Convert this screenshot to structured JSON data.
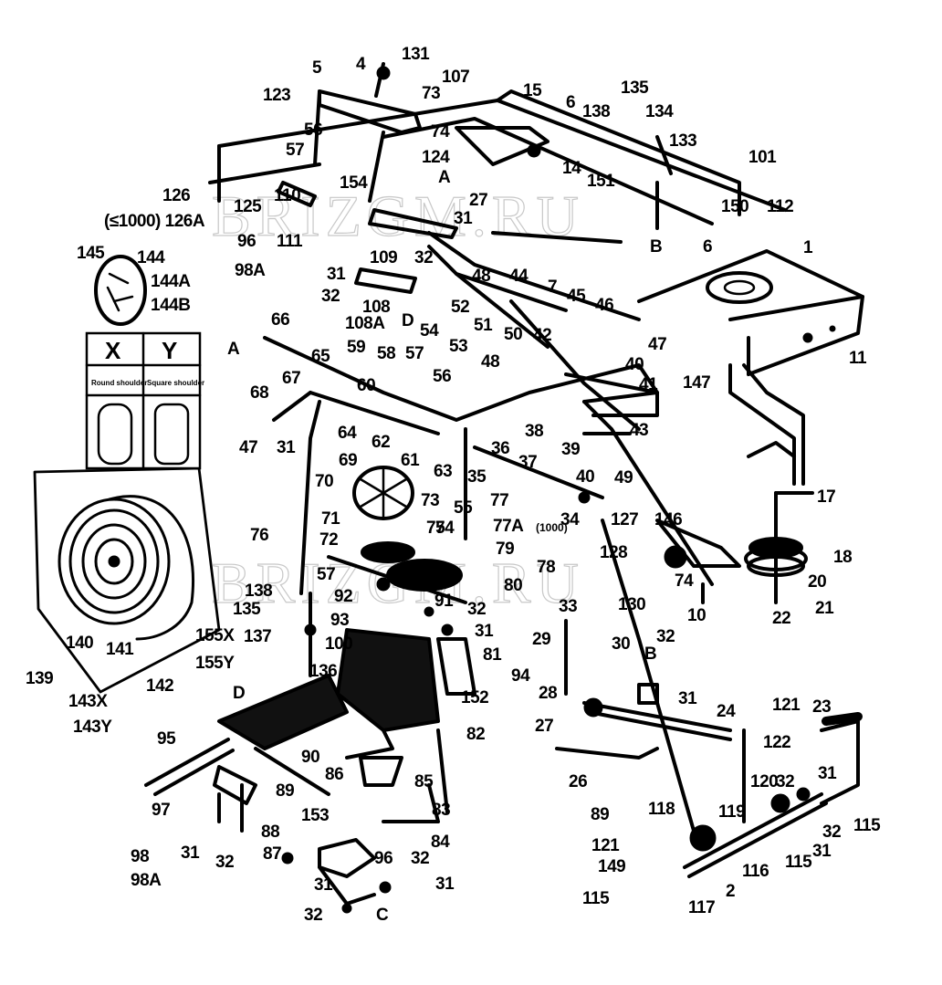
{
  "diagram": {
    "title": "Exploded parts diagram — lawn tractor drive / transmission assembly",
    "watermark": "BRIZGM.RU",
    "legend": {
      "columns": [
        {
          "key": "X",
          "caption": "Round shoulder"
        },
        {
          "key": "Y",
          "caption": "Square shoulder"
        }
      ]
    },
    "notes": {
      "le1000": "(≤1000)",
      "eq1000": "(1000)"
    },
    "reference_letters": [
      "A",
      "B",
      "C",
      "D"
    ],
    "labels": [
      "5",
      "4",
      "131",
      "107",
      "123",
      "73",
      "74",
      "56",
      "57",
      "124",
      "A",
      "110",
      "126",
      "(≤1000) 126A",
      "125",
      "154",
      "27",
      "31",
      "96",
      "98A",
      "111",
      "109",
      "32",
      "145",
      "144",
      "144A",
      "144B",
      "31",
      "32",
      "108",
      "108A",
      "D",
      "15",
      "6",
      "138",
      "135",
      "134",
      "133",
      "14",
      "151",
      "B",
      "101",
      "150",
      "112",
      "6",
      "1",
      "11",
      "147",
      "48",
      "44",
      "7",
      "45",
      "46",
      "52",
      "51",
      "50",
      "42",
      "53",
      "48",
      "54",
      "47",
      "40",
      "41",
      "43",
      "66",
      "A",
      "65",
      "59",
      "58",
      "57",
      "56",
      "67",
      "68",
      "60",
      "64",
      "62",
      "61",
      "63",
      "47",
      "31",
      "38",
      "39",
      "36",
      "37",
      "35",
      "40",
      "49",
      "69",
      "70",
      "73",
      "55",
      "77",
      "77A",
      "(1000)",
      "75",
      "74",
      "71",
      "72",
      "76",
      "79",
      "78",
      "80",
      "57",
      "138",
      "135",
      "137",
      "92",
      "91",
      "93",
      "32",
      "31",
      "100",
      "81",
      "136",
      "94",
      "152",
      "82",
      "34",
      "127",
      "146",
      "128",
      "74",
      "130",
      "10",
      "33",
      "29",
      "17",
      "18",
      "20",
      "21",
      "22",
      "30",
      "B",
      "32",
      "31",
      "28",
      "24",
      "27",
      "26",
      "23",
      "121",
      "122",
      "120",
      "32",
      "31",
      "115",
      "32",
      "31",
      "119",
      "89",
      "118",
      "121",
      "149",
      "115",
      "117",
      "2",
      "116",
      "115",
      "139",
      "140",
      "141",
      "142",
      "155X",
      "155Y",
      "143X",
      "143Y",
      "D",
      "95",
      "90",
      "86",
      "89",
      "85",
      "83",
      "84",
      "97",
      "153",
      "88",
      "87",
      "96",
      "32",
      "31",
      "98",
      "98A",
      "31",
      "32",
      "32",
      "31",
      "C"
    ]
  }
}
